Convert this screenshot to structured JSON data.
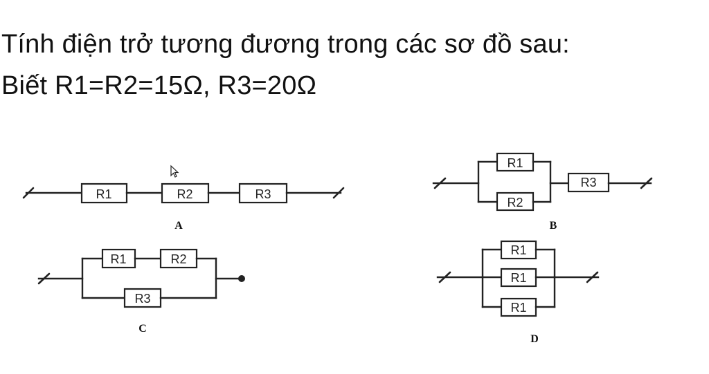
{
  "problem": {
    "title": "Tính điện trở tương đương trong các sơ đồ sau:",
    "given": "Biết R1=R2=15Ω, R3=20Ω"
  },
  "diagrams": {
    "A": {
      "label": "A",
      "resistors": [
        "R1",
        "R2",
        "R3"
      ]
    },
    "B": {
      "label": "B",
      "resistors": [
        "R1",
        "R2",
        "R3"
      ]
    },
    "C": {
      "label": "C",
      "resistors": [
        "R1",
        "R2",
        "R3"
      ]
    },
    "D": {
      "label": "D",
      "resistors": [
        "R1",
        "R1",
        "R1"
      ]
    }
  }
}
